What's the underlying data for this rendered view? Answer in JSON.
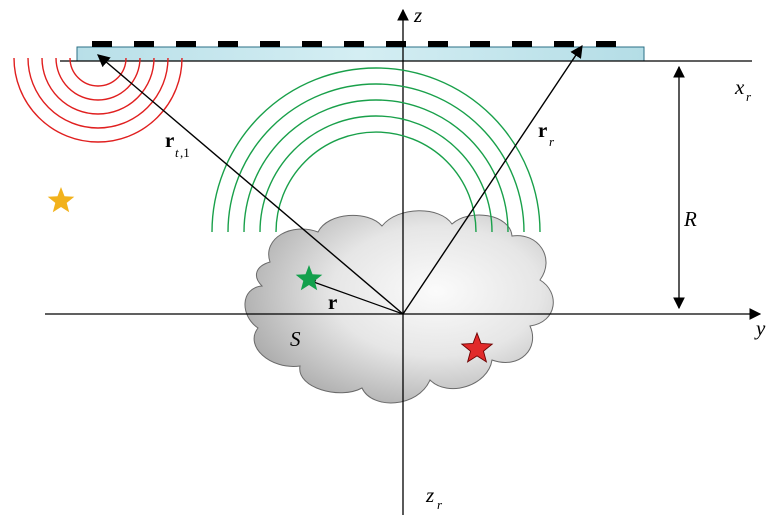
{
  "labels": {
    "z_axis": "z",
    "x_r_main": "x",
    "x_r_sub": "r",
    "y_axis": "y",
    "z_r_main": "z",
    "z_r_sub": "r",
    "R": "R",
    "S": "S",
    "r_vec": "r",
    "r_t1_main": "r",
    "r_t1_sub_t": "t",
    "r_t1_sub_rest": ",1",
    "r_r_main": "r",
    "r_r_sub": "r"
  },
  "colors": {
    "array_fill": "#bfe3ea",
    "array_stroke": "#2a6f86",
    "array_elements": "#000000",
    "transmit_arcs": "#e01f1f",
    "receive_arcs": "#19a04a",
    "star_yellow": "#f2b21c",
    "star_green": "#13a04c",
    "star_red": "#e12a2a",
    "cloud_light": "#f4f4f4",
    "cloud_dark": "#9a9a9a"
  },
  "icons": {
    "transmitter_waves": "concentric-arc-icon",
    "receiver_waves": "concentric-arc-icon",
    "target_yellow": "star-icon",
    "target_green": "star-icon",
    "target_red": "star-icon"
  }
}
